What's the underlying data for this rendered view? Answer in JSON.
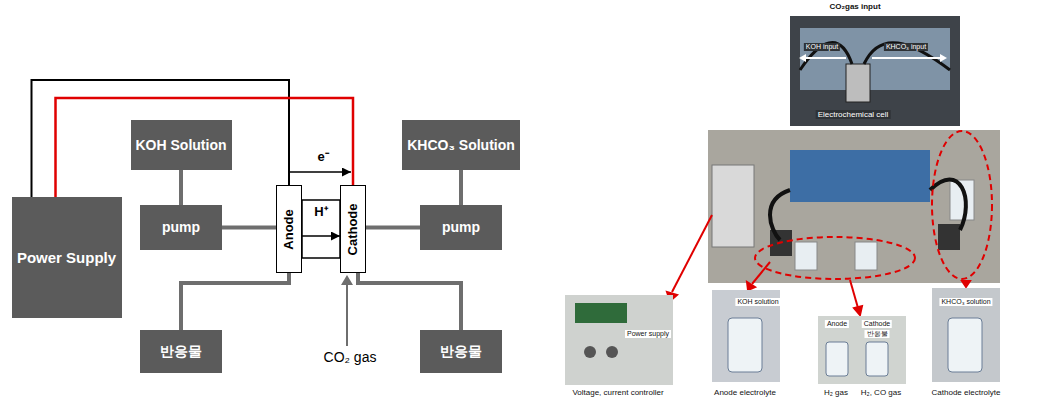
{
  "diagram": {
    "nodes": [
      {
        "text": [
          "Power Supply"
        ]
      },
      {
        "text": [
          "KOH Solution"
        ]
      },
      {
        "text": [
          "pump"
        ]
      },
      {
        "text": [
          "반응물"
        ]
      },
      {
        "text": [
          "Anode"
        ]
      },
      {
        "text": [
          "Cathode"
        ]
      },
      {
        "text": [
          "KHCO₃ Solution"
        ]
      },
      {
        "text": [
          "pump"
        ]
      },
      {
        "text": [
          "반응물"
        ]
      }
    ],
    "edges": [
      {
        "from": 0,
        "to": 4,
        "arrow": "none"
      },
      {
        "from": 0,
        "to": 5,
        "arrow": "none"
      },
      {
        "from": 1,
        "to": 2,
        "arrow": "none"
      },
      {
        "from": 2,
        "to": 4,
        "arrow": "none"
      },
      {
        "from": 4,
        "to": 3,
        "arrow": "none"
      },
      {
        "from": 4,
        "to": 5,
        "label": "e⁻",
        "arrow": "to"
      },
      {
        "from": 4,
        "to": 5,
        "label": "H⁺",
        "arrow": "to"
      },
      {
        "from": 6,
        "to": 7,
        "arrow": "none"
      },
      {
        "from": 7,
        "to": 5,
        "arrow": "none"
      },
      {
        "from": 5,
        "to": 8,
        "arrow": "none"
      }
    ],
    "labels": [
      "CO₂ gas",
      "CO₂gas input",
      "KOH input",
      "KHCO₃ input",
      "Electrochemical cell",
      "Power supply",
      "Voltage, current controller",
      "KOH solution",
      "Anode electrolyte",
      "Anode",
      "Cathode",
      "반응물",
      "H₂ gas",
      "H₂, CO gas",
      "KHCO₃ solution",
      "Cathode electrolyte"
    ]
  }
}
